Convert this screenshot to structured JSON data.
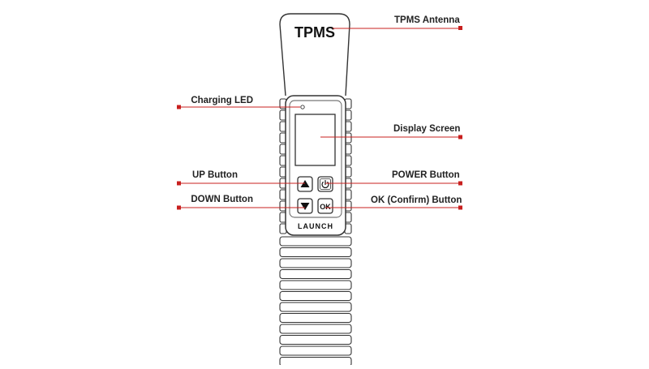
{
  "device": {
    "antenna_text": "TPMS",
    "brand": "LAUNCH",
    "ok_button_text": "OK"
  },
  "callouts": {
    "tpms_antenna": "TPMS Antenna",
    "charging_led": "Charging LED",
    "display_screen": "Display Screen",
    "up_button": "UP Button",
    "power_button": "POWER Button",
    "down_button": "DOWN Button",
    "ok_button": "OK (Confirm) Button"
  },
  "colors": {
    "leader_line": "#c8201f",
    "outline": "#333333",
    "text": "#222222"
  }
}
